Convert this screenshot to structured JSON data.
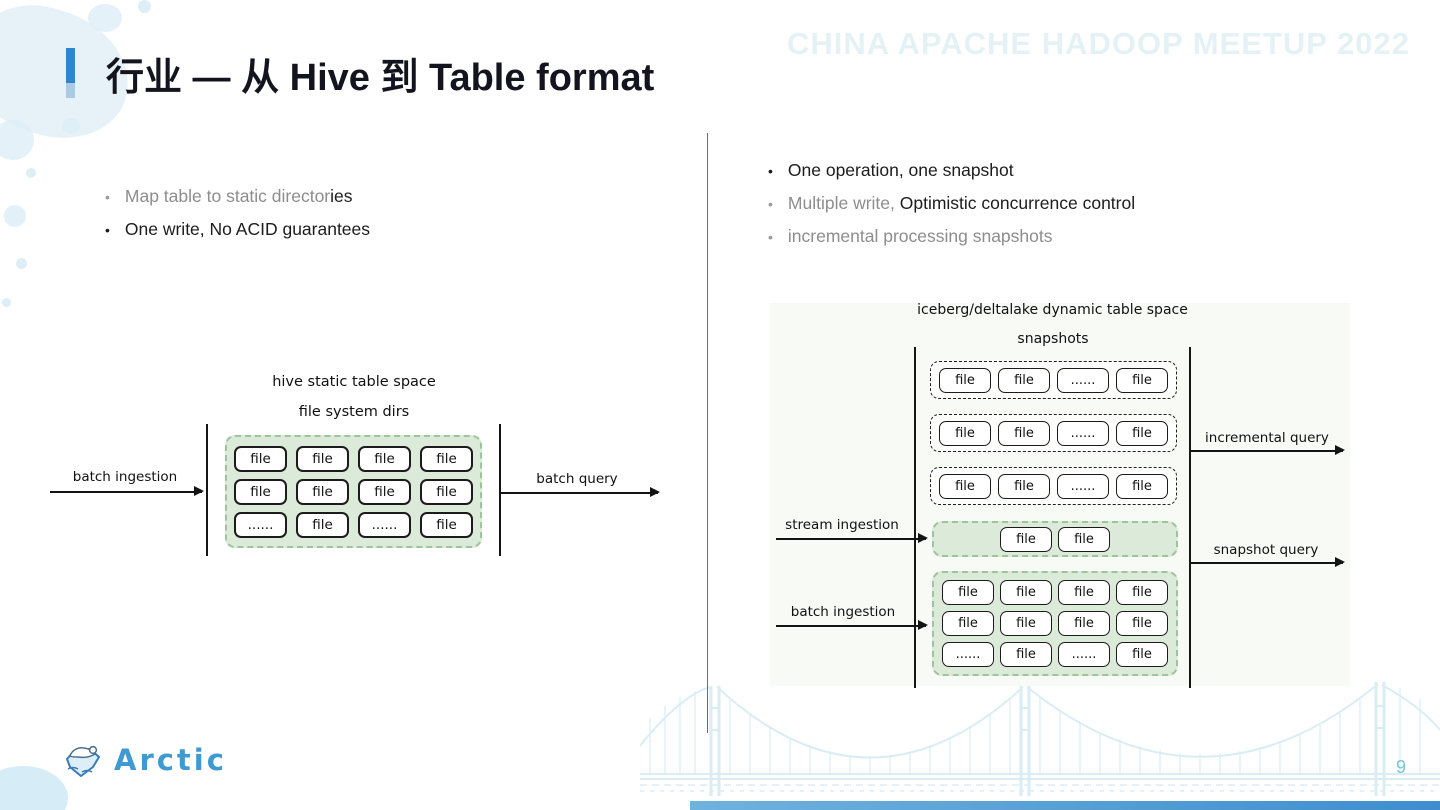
{
  "title": {
    "text": "行业 — 从 Hive 到 Table format"
  },
  "watermark": {
    "text": "CHINA APACHE HADOOP MEETUP 2022"
  },
  "colors": {
    "accent_blue": "#2e86d0",
    "accent_blue_light": "#abcbe4",
    "green_fill": "#dcebd9",
    "green_border": "#9dc49b",
    "muted_text": "#8d8d8d",
    "dark_text": "#1c1c1c",
    "logo_blue": "#3f9ad2",
    "page_number_teal": "#79c4d6",
    "watermark_blue": "#e4f2f5"
  },
  "left": {
    "bullets": [
      {
        "muted": "Map table to static director",
        "strong": "ies"
      },
      {
        "muted": "",
        "strong": "One write, No ACID guarantees"
      }
    ],
    "diagram": {
      "space_label": "hive static table space",
      "dirs_label": "file system dirs",
      "ingest_arrow": "batch ingestion",
      "query_arrow": "batch query",
      "grid": [
        [
          "file",
          "file",
          "file",
          "file"
        ],
        [
          "file",
          "file",
          "file",
          "file"
        ],
        [
          "......",
          "file",
          "......",
          "file"
        ]
      ]
    }
  },
  "right": {
    "bullets": [
      {
        "muted": "",
        "strong": "One operation, one snapshot"
      },
      {
        "muted": "Multiple write, ",
        "strong": "Optimistic concurrence control"
      },
      {
        "muted": "incremental processing snapshots",
        "strong": ""
      }
    ],
    "diagram": {
      "space_label": "iceberg/deltalake dynamic table space",
      "snapshots_label": "snapshots",
      "stream_arrow": "stream ingestion",
      "batch_arrow": "batch ingestion",
      "incremental_arrow": "incremental query",
      "snapshot_arrow": "snapshot query",
      "snapshot_rows": [
        [
          "file",
          "file",
          "......",
          "file"
        ],
        [
          "file",
          "file",
          "......",
          "file"
        ],
        [
          "file",
          "file",
          "......",
          "file"
        ]
      ],
      "stream_row": [
        "file",
        "file"
      ],
      "batch_grid": [
        [
          "file",
          "file",
          "file",
          "file"
        ],
        [
          "file",
          "file",
          "file",
          "file"
        ],
        [
          "......",
          "file",
          "......",
          "file"
        ]
      ]
    }
  },
  "footer": {
    "logo_text": "Arctic",
    "page_number": "9"
  }
}
